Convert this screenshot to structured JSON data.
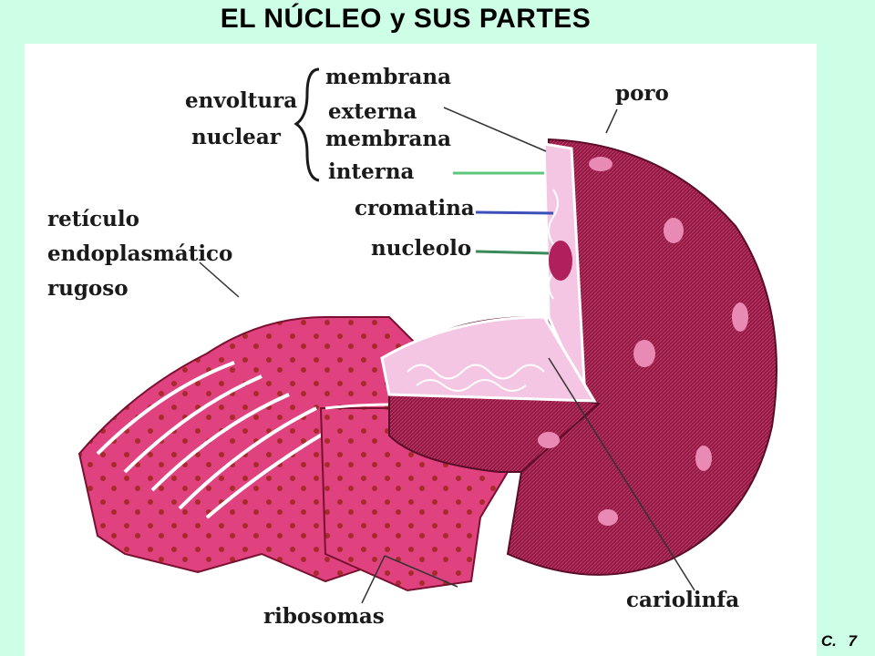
{
  "title": "EL NÚCLEO y SUS PARTES",
  "slide_number": "C.  7",
  "labels": {
    "envoltura": "envoltura",
    "nuclear": "nuclear",
    "membrana_1": "membrana",
    "externa": "externa",
    "membrana_2": "membrana",
    "interna": "interna",
    "poro": "poro",
    "cromatina": "cromatina",
    "nucleolo": "nucleolo",
    "reticulo_1": "retículo",
    "reticulo_2": "endoplasmático",
    "reticulo_3": "rugoso",
    "ribosomas": "ribosomas",
    "cariolinfa": "cariolinfa"
  },
  "colors": {
    "background": "#ccffe6",
    "panel": "#ffffff",
    "nucleus_dark": "#8e1840",
    "nucleus_pore": "#e98ab5",
    "interior": "#f4c6e3",
    "er_pink": "#e0427f",
    "ribosome": "#a82a2a",
    "leader_interna": "#5ec77e",
    "leader_cromatina": "#3b4fb8",
    "leader_nucleolo": "#3a8a5a"
  }
}
